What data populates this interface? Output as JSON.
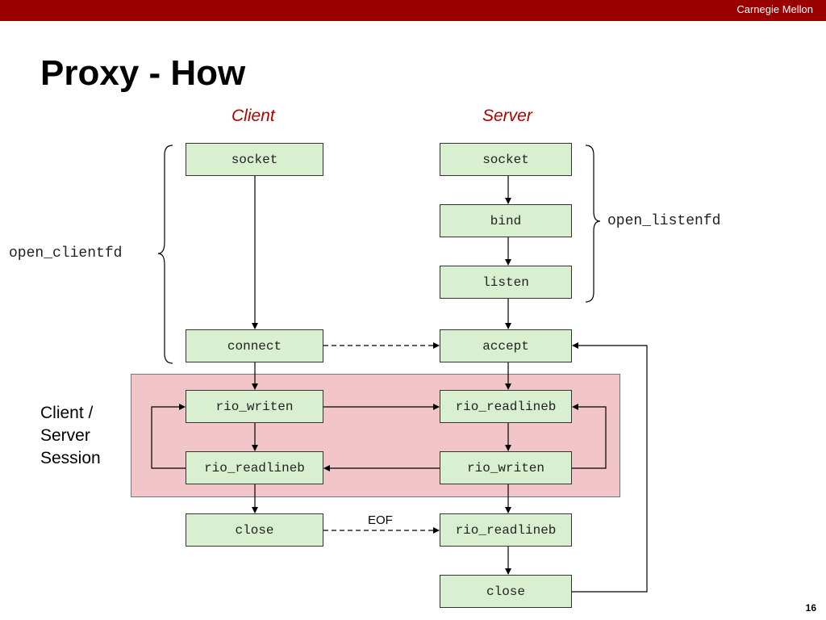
{
  "header": {
    "org": "Carnegie Mellon"
  },
  "slide": {
    "title": "Proxy - How",
    "page_number": "16"
  },
  "columns": {
    "client": "Client",
    "server": "Server"
  },
  "client_steps": {
    "socket": "socket",
    "connect": "connect",
    "rio_writen": "rio_writen",
    "rio_readlineb": "rio_readlineb",
    "close": "close"
  },
  "server_steps": {
    "socket": "socket",
    "bind": "bind",
    "listen": "listen",
    "accept": "accept",
    "rio_readlineb": "rio_readlineb",
    "rio_writen": "rio_writen",
    "rio_readlineb_eof": "rio_readlineb",
    "close": "close"
  },
  "groups": {
    "open_clientfd": "open_clientfd",
    "open_listenfd": "open_listenfd",
    "session_line1": "Client /",
    "session_line2": "Server",
    "session_line3": "Session"
  },
  "edges": {
    "eof": "EOF"
  },
  "colors": {
    "header_bar": "#9b0000",
    "column_label": "#b00000",
    "box_fill": "#d8f0d0",
    "session_fill": "#f2c6c8"
  }
}
